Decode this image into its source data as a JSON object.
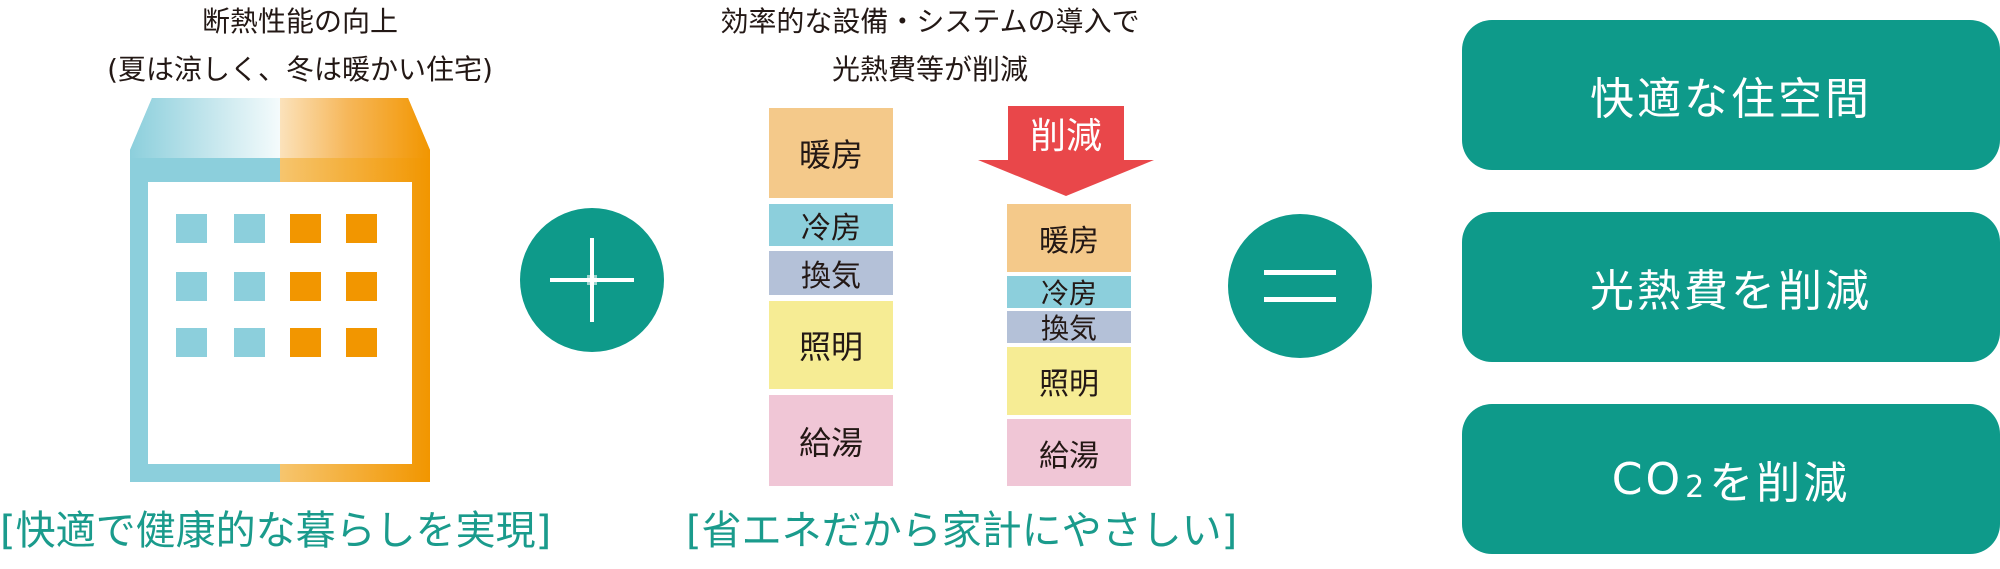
{
  "colors": {
    "teal": "#0e9a8a",
    "teal_text": "#1a9b8c",
    "light_blue": "#8ccfdc",
    "orange": "#f29600",
    "red": "#e9474a",
    "heating": "#f4c98a",
    "cooling": "#8ccfdc",
    "ventilation": "#b4c1d8",
    "lighting": "#f6ec94",
    "hot_water": "#f0c6d6"
  },
  "left_section": {
    "caption_line1": "断熱性能の向上",
    "caption_line2": "(夏は涼しく、冬は暖かい住宅)",
    "footer": "[快適で健康的な暮らしを実現]",
    "icon": "insulated-house-icon"
  },
  "plus_icon": "plus-icon",
  "middle_section": {
    "caption_line1": "効率的な設備・システムの導入で",
    "caption_line2": "光熱費等が削減",
    "footer": "[省エネだから家計にやさしい]",
    "reduction_label": "削減",
    "before_blocks": [
      {
        "label": "暖房"
      },
      {
        "label": "冷房"
      },
      {
        "label": "換気"
      },
      {
        "label": "照明"
      },
      {
        "label": "給湯"
      }
    ],
    "after_blocks": [
      {
        "label": "暖房"
      },
      {
        "label": "冷房"
      },
      {
        "label": "換気"
      },
      {
        "label": "照明"
      },
      {
        "label": "給湯"
      }
    ]
  },
  "equals_icon": "equals-icon",
  "results": [
    {
      "label": "快適な住空間"
    },
    {
      "label": "光熱費を削減"
    },
    {
      "label": "CO2を削減",
      "prefix": "CO",
      "subscript": "2",
      "suffix": "を削減"
    }
  ]
}
